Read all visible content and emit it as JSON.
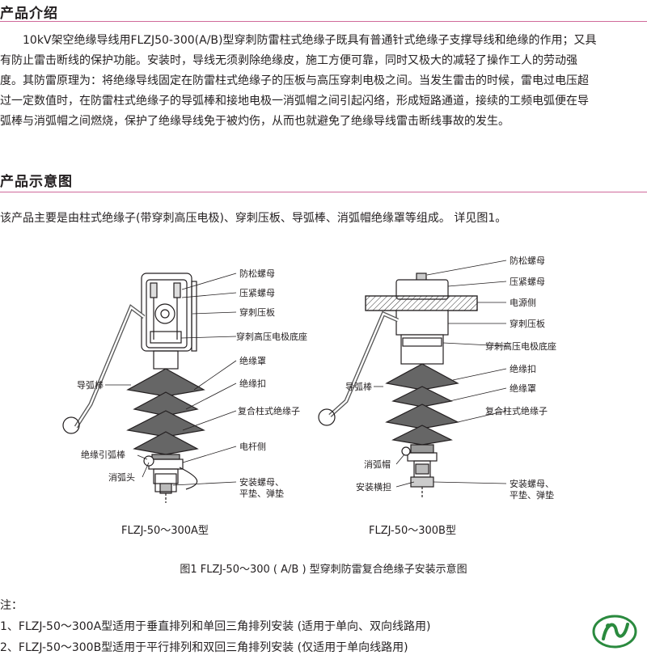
{
  "intro": {
    "title": "产品介绍",
    "lines": [
      "　　10kV架空绝缘导线用FLZJ50-300(A/B)型穿刺防雷柱式绝缘子既具有普通针式绝缘子支撑导线和绝缘的作用；又具",
      "有防止雷击断线的保护功能。安装时，导线无须剥除绝缘皮，施工方便可靠，同时又极大的减轻了操作工人的劳动强",
      "度。其防雷原理为：将绝缘导线固定在防雷柱式绝缘子的压板与高压穿刺电极之间。当发生雷击的时候，雷电过电压超",
      "过一定数值时，在防雷柱式绝缘子的导弧棒和接地电极一消弧帽之间引起闪络，形成短路通道，接续的工频电弧便在导",
      "弧棒与消弧帽之间燃烧，保护了绝缘导线免于被灼伤，从而也就避免了绝缘导线雷击断线事故的发生。"
    ]
  },
  "schematic": {
    "title": "产品示意图",
    "description": "该产品主要是由柱式绝缘子(带穿刺高压电极)、穿刺压板、导弧棒、消弧帽绝缘罩等组成。 详见图1。"
  },
  "figure": {
    "model_a": {
      "caption": "FLZJ-50～300A型",
      "labels": {
        "anti_loose_nut": "防松螺母",
        "press_nut": "压紧螺母",
        "piercing_plate": "穿刺压板",
        "electrode_base": "穿刺高压电极底座",
        "insulating_cover": "绝缘罩",
        "insulating_buckle": "绝缘扣",
        "arc_rod": "导弧棒",
        "composite_insulator": "复合柱式绝缘子",
        "pole_side": "电杆侧",
        "lead_arc_rod": "绝缘引弧棒",
        "arc_head": "消弧头",
        "mount_nut": "安装螺母、\n平垫、弹垫"
      }
    },
    "model_b": {
      "caption": "FLZJ-50～300B型",
      "labels": {
        "anti_loose_nut": "防松螺母",
        "press_nut": "压紧螺母",
        "power_side": "电源侧",
        "piercing_plate": "穿刺压板",
        "electrode_base": "穿刺高压电极底座",
        "insulating_buckle": "绝缘扣",
        "insulating_cover": "绝缘罩",
        "arc_rod": "导弧棒",
        "composite_insulator": "复合柱式绝缘子",
        "arc_cap": "消弧帽",
        "cross_arm": "安装横担",
        "mount_nut": "安装螺母、\n平垫、弹垫"
      }
    },
    "caption": "图1  FLZJ-50～300 ( A/B ) 型穿刺防雷复合绝缘子安装示意图"
  },
  "notes": {
    "heading": "注：",
    "items": [
      "1、FLZJ-50～300A型适用于垂直排列和单回三角排列安装 (适用于单向、双向线路用)",
      "2、FLZJ-50～300B型适用于平行排列和双回三角排列安装 (仅适用于单向线路用)"
    ]
  },
  "colors": {
    "accent_rule": "#d06a9b",
    "logo_green": "#2a8a3e"
  }
}
